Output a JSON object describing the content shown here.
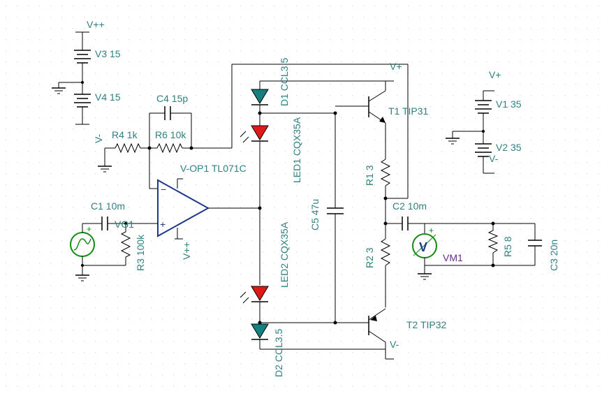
{
  "colors": {
    "background": "#ffffff",
    "wire": "#000000",
    "label": "#2f8080",
    "meter_label": "#6a2a8a",
    "opamp": "#1f3a8a",
    "led": "#e01818",
    "diode": "#148080",
    "source": "#138a13",
    "node_x": "#d04040"
  },
  "labels": {
    "vpp_top": "V++",
    "v3": "V3 15",
    "v4": "V4 15",
    "vminus_left": "V-",
    "c4": "C4 15p",
    "r4": "R4 1k",
    "r6": "R6 10k",
    "opamp": "V-OP1 TL071C",
    "c1": "C1 10m",
    "vg": "VG1",
    "r3": "R3 100k",
    "vpp_opamp": "V++",
    "d1": "D1 CCL3.5",
    "led1": "LED1 CQX35A",
    "c5": "C5 47u",
    "led2": "LED2 CQX35A",
    "d2": "D2 CCL3.5",
    "vplus_top": "V+",
    "t1": "T1 TIP31",
    "r1": "R1 3",
    "c2": "C2 10m",
    "r2": "R2 3",
    "t2": "T2 TIP32",
    "vminus_bot": "V-",
    "vm1": "VM1",
    "r5": "R5 8",
    "c3": "C3 20n",
    "vplus_right": "V+",
    "v1": "V1 35",
    "v2": "V2 35",
    "vminus_right": "V-"
  },
  "icons": {
    "meter": "voltmeter-icon",
    "source": "signal-source-icon"
  },
  "meter_glyph": "V"
}
